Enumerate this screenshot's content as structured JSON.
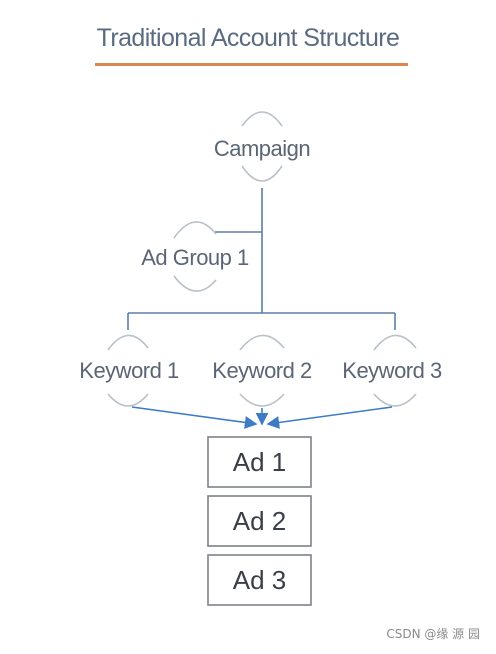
{
  "title": "Traditional Account Structure",
  "nodes": {
    "campaign": "Campaign",
    "ad_group": "Ad Group 1",
    "keywords": [
      "Keyword 1",
      "Keyword 2",
      "Keyword 3"
    ],
    "ads": [
      "Ad 1",
      "Ad 2",
      "Ad 3"
    ]
  },
  "watermark": "CSDN @缘 源 园",
  "colors": {
    "title_text": "#5a6b80",
    "title_underline": "#d9874c",
    "tree_lines": "#5b7fa6",
    "arrows": "#3d7bc4",
    "bubble_outline": "#b8c0c8",
    "node_text": "#5a6675",
    "ad_box_border": "#7d8288"
  }
}
